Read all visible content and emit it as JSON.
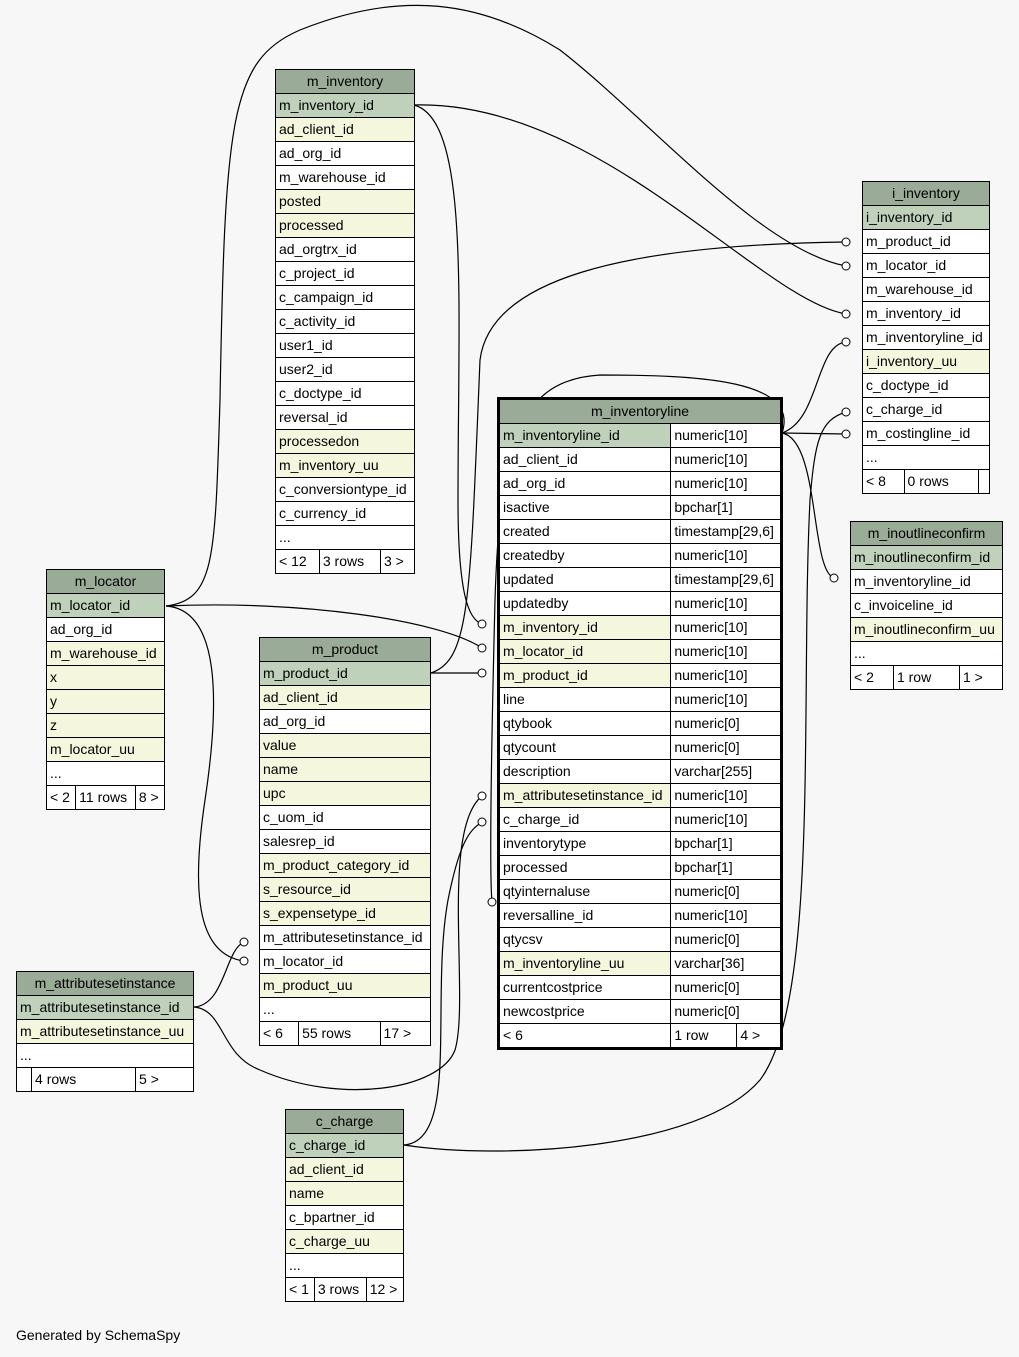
{
  "footer": "Generated by SchemaSpy",
  "tables": {
    "m_inventory": {
      "name": "m_inventory",
      "columns": [
        {
          "name": "m_inventory_id",
          "kind": "pk"
        },
        {
          "name": "ad_client_id",
          "kind": "idx"
        },
        {
          "name": "ad_org_id",
          "kind": "plain"
        },
        {
          "name": "m_warehouse_id",
          "kind": "plain"
        },
        {
          "name": "posted",
          "kind": "idx"
        },
        {
          "name": "processed",
          "kind": "idx"
        },
        {
          "name": "ad_orgtrx_id",
          "kind": "plain"
        },
        {
          "name": "c_project_id",
          "kind": "plain"
        },
        {
          "name": "c_campaign_id",
          "kind": "plain"
        },
        {
          "name": "c_activity_id",
          "kind": "plain"
        },
        {
          "name": "user1_id",
          "kind": "plain"
        },
        {
          "name": "user2_id",
          "kind": "plain"
        },
        {
          "name": "c_doctype_id",
          "kind": "plain"
        },
        {
          "name": "reversal_id",
          "kind": "plain"
        },
        {
          "name": "processedon",
          "kind": "idx"
        },
        {
          "name": "m_inventory_uu",
          "kind": "idx"
        },
        {
          "name": "c_conversiontype_id",
          "kind": "plain"
        },
        {
          "name": "c_currency_id",
          "kind": "plain"
        },
        {
          "name": "...",
          "kind": "plain"
        }
      ],
      "footer": [
        "< 12",
        "3 rows",
        "3 >"
      ]
    },
    "i_inventory": {
      "name": "i_inventory",
      "columns": [
        {
          "name": "i_inventory_id",
          "kind": "pk"
        },
        {
          "name": "m_product_id",
          "kind": "plain"
        },
        {
          "name": "m_locator_id",
          "kind": "plain"
        },
        {
          "name": "m_warehouse_id",
          "kind": "plain"
        },
        {
          "name": "m_inventory_id",
          "kind": "plain"
        },
        {
          "name": "m_inventoryline_id",
          "kind": "plain"
        },
        {
          "name": "i_inventory_uu",
          "kind": "idx"
        },
        {
          "name": "c_doctype_id",
          "kind": "plain"
        },
        {
          "name": "c_charge_id",
          "kind": "plain"
        },
        {
          "name": "m_costingline_id",
          "kind": "plain"
        },
        {
          "name": "...",
          "kind": "plain"
        }
      ],
      "footer": [
        "< 8",
        "0 rows",
        ""
      ]
    },
    "m_inventoryline": {
      "name": "m_inventoryline",
      "columns": [
        {
          "name": "m_inventoryline_id",
          "type": "numeric[10]",
          "kind": "pk"
        },
        {
          "name": "ad_client_id",
          "type": "numeric[10]",
          "kind": "plain"
        },
        {
          "name": "ad_org_id",
          "type": "numeric[10]",
          "kind": "plain"
        },
        {
          "name": "isactive",
          "type": "bpchar[1]",
          "kind": "plain"
        },
        {
          "name": "created",
          "type": "timestamp[29,6]",
          "kind": "plain"
        },
        {
          "name": "createdby",
          "type": "numeric[10]",
          "kind": "plain"
        },
        {
          "name": "updated",
          "type": "timestamp[29,6]",
          "kind": "plain"
        },
        {
          "name": "updatedby",
          "type": "numeric[10]",
          "kind": "plain"
        },
        {
          "name": "m_inventory_id",
          "type": "numeric[10]",
          "kind": "idx"
        },
        {
          "name": "m_locator_id",
          "type": "numeric[10]",
          "kind": "idx"
        },
        {
          "name": "m_product_id",
          "type": "numeric[10]",
          "kind": "idx"
        },
        {
          "name": "line",
          "type": "numeric[10]",
          "kind": "plain"
        },
        {
          "name": "qtybook",
          "type": "numeric[0]",
          "kind": "plain"
        },
        {
          "name": "qtycount",
          "type": "numeric[0]",
          "kind": "plain"
        },
        {
          "name": "description",
          "type": "varchar[255]",
          "kind": "plain"
        },
        {
          "name": "m_attributesetinstance_id",
          "type": "numeric[10]",
          "kind": "idx"
        },
        {
          "name": "c_charge_id",
          "type": "numeric[10]",
          "kind": "plain"
        },
        {
          "name": "inventorytype",
          "type": "bpchar[1]",
          "kind": "plain"
        },
        {
          "name": "processed",
          "type": "bpchar[1]",
          "kind": "plain"
        },
        {
          "name": "qtyinternaluse",
          "type": "numeric[0]",
          "kind": "plain"
        },
        {
          "name": "reversalline_id",
          "type": "numeric[10]",
          "kind": "plain"
        },
        {
          "name": "qtycsv",
          "type": "numeric[0]",
          "kind": "plain"
        },
        {
          "name": "m_inventoryline_uu",
          "type": "varchar[36]",
          "kind": "idx"
        },
        {
          "name": "currentcostprice",
          "type": "numeric[0]",
          "kind": "plain"
        },
        {
          "name": "newcostprice",
          "type": "numeric[0]",
          "kind": "plain"
        }
      ],
      "footer": [
        "< 6",
        "1 row",
        "4 >"
      ]
    },
    "m_inoutlineconfirm": {
      "name": "m_inoutlineconfirm",
      "columns": [
        {
          "name": "m_inoutlineconfirm_id",
          "kind": "pk"
        },
        {
          "name": "m_inventoryline_id",
          "kind": "plain"
        },
        {
          "name": "c_invoiceline_id",
          "kind": "plain"
        },
        {
          "name": "m_inoutlineconfirm_uu",
          "kind": "idx"
        },
        {
          "name": "...",
          "kind": "plain"
        }
      ],
      "footer": [
        "< 2",
        "1 row",
        "1 >"
      ]
    },
    "m_locator": {
      "name": "m_locator",
      "columns": [
        {
          "name": "m_locator_id",
          "kind": "pk"
        },
        {
          "name": "ad_org_id",
          "kind": "plain"
        },
        {
          "name": "m_warehouse_id",
          "kind": "idx"
        },
        {
          "name": "x",
          "kind": "idx"
        },
        {
          "name": "y",
          "kind": "idx"
        },
        {
          "name": "z",
          "kind": "idx"
        },
        {
          "name": "m_locator_uu",
          "kind": "idx"
        },
        {
          "name": "...",
          "kind": "plain"
        }
      ],
      "footer": [
        "< 2",
        "11 rows",
        "8 >"
      ]
    },
    "m_product": {
      "name": "m_product",
      "columns": [
        {
          "name": "m_product_id",
          "kind": "pk"
        },
        {
          "name": "ad_client_id",
          "kind": "idx"
        },
        {
          "name": "ad_org_id",
          "kind": "plain"
        },
        {
          "name": "value",
          "kind": "idx"
        },
        {
          "name": "name",
          "kind": "idx"
        },
        {
          "name": "upc",
          "kind": "idx"
        },
        {
          "name": "c_uom_id",
          "kind": "plain"
        },
        {
          "name": "salesrep_id",
          "kind": "plain"
        },
        {
          "name": "m_product_category_id",
          "kind": "idx"
        },
        {
          "name": "s_resource_id",
          "kind": "idx"
        },
        {
          "name": "s_expensetype_id",
          "kind": "idx"
        },
        {
          "name": "m_attributesetinstance_id",
          "kind": "plain"
        },
        {
          "name": "m_locator_id",
          "kind": "plain"
        },
        {
          "name": "m_product_uu",
          "kind": "idx"
        },
        {
          "name": "...",
          "kind": "plain"
        }
      ],
      "footer": [
        "< 6",
        "55 rows",
        "17 >"
      ]
    },
    "m_attributesetinstance": {
      "name": "m_attributesetinstance",
      "columns": [
        {
          "name": "m_attributesetinstance_id",
          "kind": "pk"
        },
        {
          "name": "m_attributesetinstance_uu",
          "kind": "idx"
        },
        {
          "name": "...",
          "kind": "plain"
        }
      ],
      "footer": [
        "",
        "4 rows",
        "5 >"
      ]
    },
    "c_charge": {
      "name": "c_charge",
      "columns": [
        {
          "name": "c_charge_id",
          "kind": "pk"
        },
        {
          "name": "ad_client_id",
          "kind": "idx"
        },
        {
          "name": "name",
          "kind": "idx"
        },
        {
          "name": "c_bpartner_id",
          "kind": "plain"
        },
        {
          "name": "c_charge_uu",
          "kind": "idx"
        },
        {
          "name": "...",
          "kind": "plain"
        }
      ],
      "footer": [
        "< 1",
        "3 rows",
        "12 >"
      ]
    }
  }
}
